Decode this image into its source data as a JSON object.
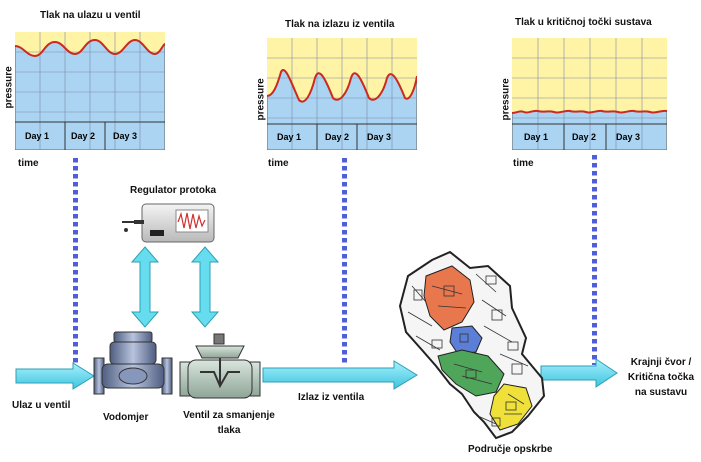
{
  "charts": [
    {
      "title": "Tlak na ulazu u ventil",
      "ylabel": "pressure",
      "xlabel": "time",
      "days": [
        "Day 1",
        "Day 2",
        "Day 3"
      ]
    },
    {
      "title": "Tlak na izlazu iz ventila",
      "ylabel": "pressure",
      "xlabel": "time",
      "days": [
        "Day 1",
        "Day 2",
        "Day 3"
      ]
    },
    {
      "title": "Tlak u kritičnoj točki sustava",
      "ylabel": "pressure",
      "xlabel": "time",
      "days": [
        "Day 1",
        "Day 2",
        "Day 3"
      ]
    }
  ],
  "labels": {
    "controller": "Regulator protoka",
    "inlet": "Ulaz u ventil",
    "meter": "Vodomjer",
    "valve_line1": "Ventil za smanjenje",
    "valve_line2": "tlaka",
    "outlet": "Izlaz iz ventila",
    "area": "Područje opskrbe",
    "end_line1": "Krajnji čvor /",
    "end_line2": "Kritična točka",
    "end_line3": "na sustavu"
  },
  "colors": {
    "pressure_fill": "#fff3a6",
    "chart_bg": "#aad4f2",
    "curve": "#cc2a1e",
    "arrow": "#66ddee",
    "dots": "#4f5fd8"
  }
}
